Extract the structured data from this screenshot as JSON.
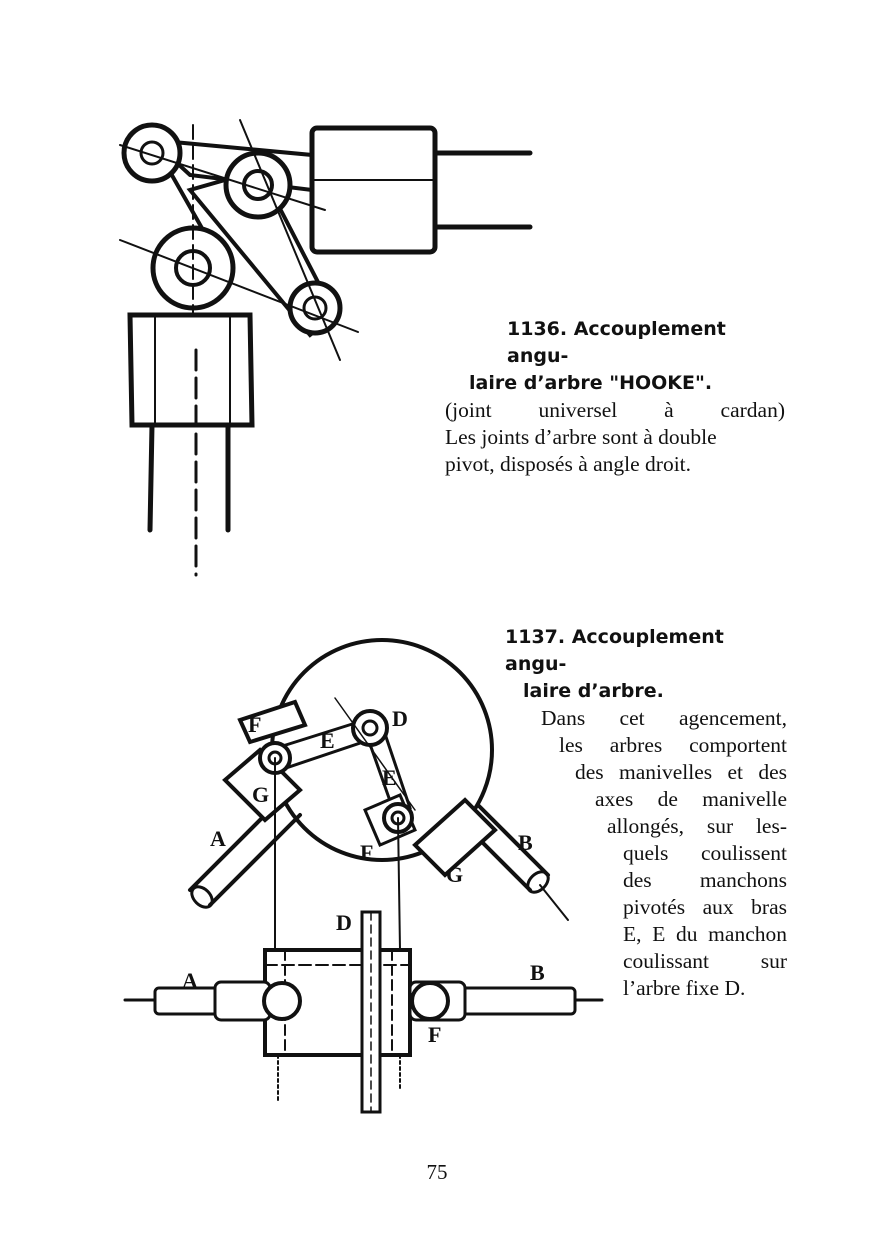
{
  "figure1136": {
    "title_line1": "1136. Accouplement angu-",
    "title_line2": "laire d’arbre \"HOOKE\".",
    "body_line1_words": [
      "(joint",
      "universel",
      "à",
      "cardan)"
    ],
    "body_line2": "Les joints d’arbre sont à double",
    "body_line3": "pivot, disposés à angle droit."
  },
  "figure1137": {
    "title_line1": "1137. Accouplement angu-",
    "title_line2": "laire d’arbre.",
    "body_lines": [
      [
        "Dans",
        "cet",
        "agencement,"
      ],
      [
        "les",
        "arbres",
        "comportent"
      ],
      [
        "des",
        "manivelles",
        "et",
        "des"
      ],
      [
        "axes",
        "de",
        "manivelle"
      ],
      [
        "allongés,",
        "sur",
        "les-"
      ],
      [
        "quels",
        "coulissent"
      ],
      [
        "des",
        "manchons"
      ],
      [
        "pivotés",
        "aux",
        "bras"
      ],
      [
        "E,",
        "E",
        "du",
        "manchon"
      ],
      [
        "coulissant",
        "sur"
      ],
      [
        "l’arbre fixe D."
      ]
    ],
    "labels": {
      "F_top": "F",
      "E_upper": "E",
      "D_top": "D",
      "E_lower": "E",
      "G_left": "G",
      "A_left": "A",
      "F_mid": "F",
      "B_right": "B",
      "G_right": "G",
      "D_mid": "D",
      "A_bottom": "A",
      "B_bottom": "B",
      "F_bottom": "F"
    }
  },
  "page_number": "75"
}
